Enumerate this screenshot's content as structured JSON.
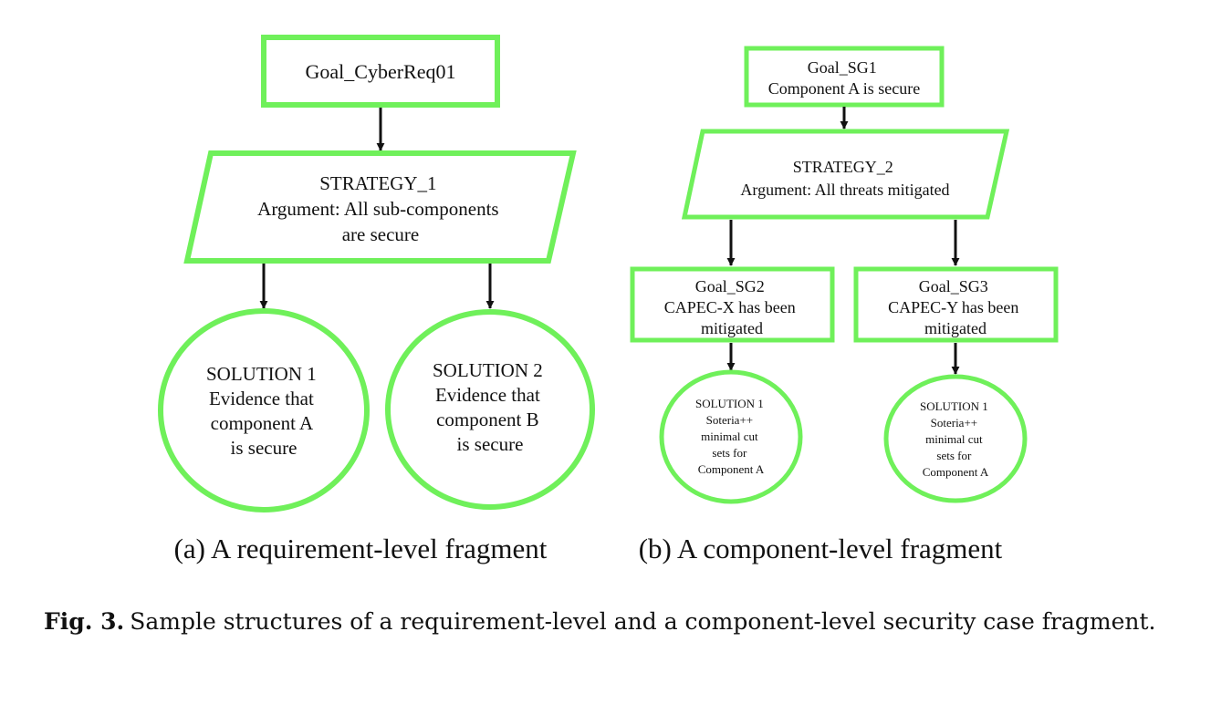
{
  "colors": {
    "node_border": "#6ff05a",
    "arrow": "#111111",
    "text": "#111111",
    "background": "#ffffff"
  },
  "fragment_a": {
    "goal": {
      "lines": [
        "Goal_CyberReq01"
      ]
    },
    "strategy": {
      "lines": [
        "STRATEGY_1",
        "Argument: All sub-components",
        "are secure"
      ]
    },
    "solutions": [
      {
        "lines": [
          "SOLUTION 1",
          "Evidence that",
          "component A",
          "is secure"
        ]
      },
      {
        "lines": [
          "SOLUTION 2",
          "Evidence that",
          "component B",
          "is secure"
        ]
      }
    ],
    "caption": "(a) A requirement-level fragment"
  },
  "fragment_b": {
    "goal": {
      "lines": [
        "Goal_SG1",
        "Component A is secure"
      ]
    },
    "strategy": {
      "lines": [
        "STRATEGY_2",
        "Argument: All threats mitigated"
      ]
    },
    "subgoals": [
      {
        "lines": [
          "Goal_SG2",
          "CAPEC-X has been",
          "mitigated"
        ]
      },
      {
        "lines": [
          "Goal_SG3",
          "CAPEC-Y has been",
          "mitigated"
        ]
      }
    ],
    "solutions": [
      {
        "lines": [
          "SOLUTION 1",
          "Soteria++",
          "minimal cut",
          "sets for",
          "Component A"
        ]
      },
      {
        "lines": [
          "SOLUTION 1",
          "Soteria++",
          "minimal cut",
          "sets for",
          "Component A"
        ]
      }
    ],
    "caption": "(b) A component-level fragment"
  },
  "figure_caption": {
    "label": "Fig. 3.",
    "text": "Sample structures of a requirement-level and a component-level security case fragment."
  }
}
